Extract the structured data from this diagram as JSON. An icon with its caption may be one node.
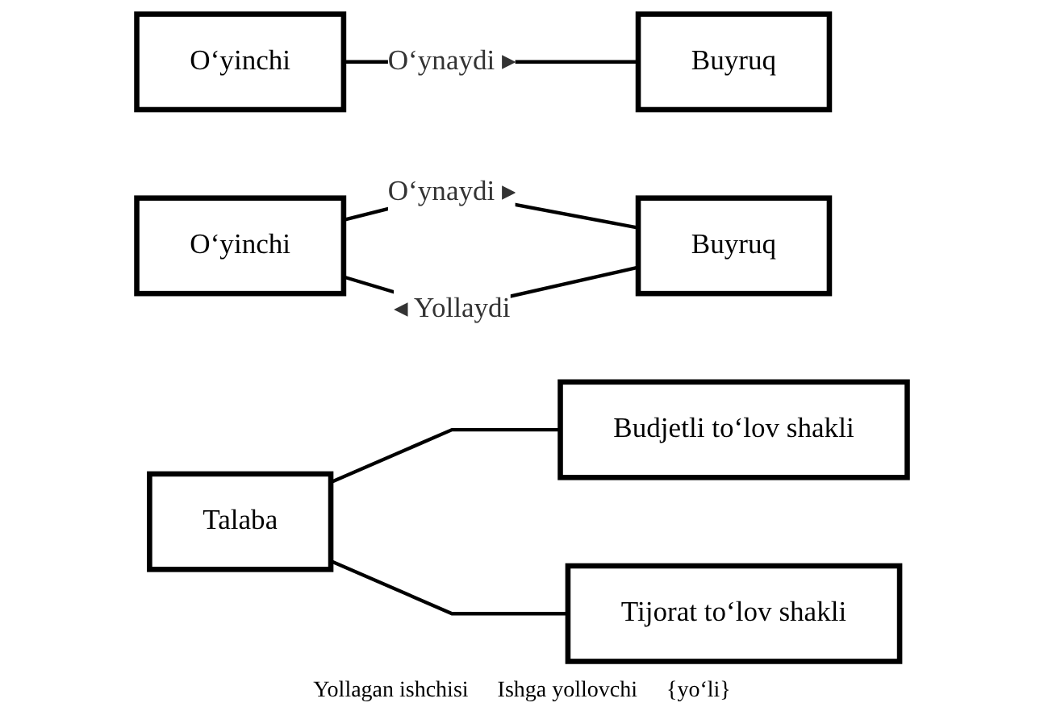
{
  "diagram": {
    "nodes": [
      {
        "text": [
          "O‘yinchi"
        ]
      },
      {
        "text": [
          "Buyruq"
        ]
      },
      {
        "text": [
          "O‘yinchi"
        ]
      },
      {
        "text": [
          "Buyruq"
        ]
      },
      {
        "text": [
          "Talaba"
        ]
      },
      {
        "text": [
          "Budjetli to‘lov shakli"
        ]
      },
      {
        "text": [
          "Tijorat to‘lov shakli"
        ]
      }
    ],
    "edges": [
      {
        "from": 0,
        "to": 1,
        "arrow": "none",
        "label": "O‘ynaydi ▸"
      },
      {
        "from": 2,
        "to": 3,
        "arrow": "none",
        "label": "O‘ynaydi ▸"
      },
      {
        "from": 2,
        "to": 3,
        "arrow": "none",
        "label": "◂ Yollaydi"
      },
      {
        "from": 4,
        "to": 5,
        "arrow": "none"
      },
      {
        "from": 4,
        "to": 6,
        "arrow": "none"
      }
    ],
    "labels": [
      "Yollagan ishchisi",
      "Ishga yollovchi",
      "{yo‘li}"
    ]
  }
}
